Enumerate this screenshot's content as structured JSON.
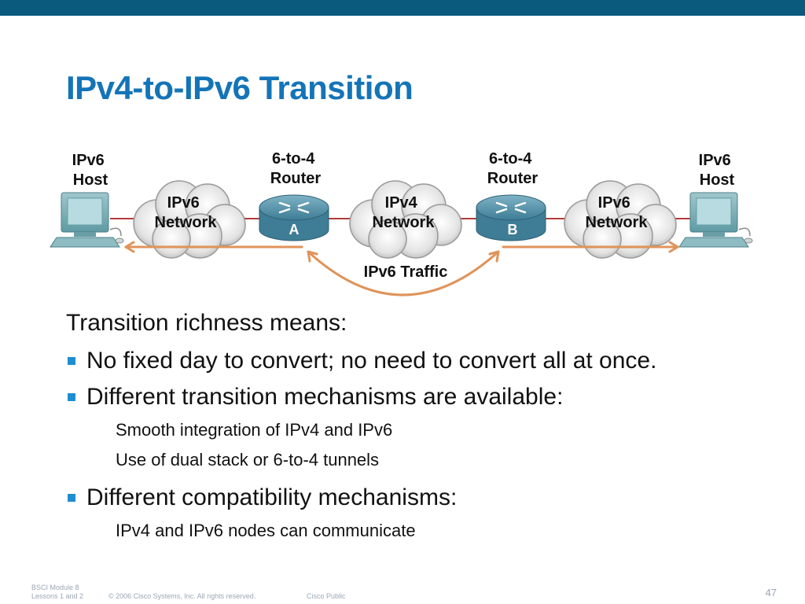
{
  "slide": {
    "title": "IPv4-to-IPv6 Transition",
    "page_number": "47"
  },
  "diagram": {
    "left_host": [
      "IPv6",
      "Host"
    ],
    "right_host": [
      "IPv6",
      "Host"
    ],
    "left_network": [
      "IPv6",
      "Network"
    ],
    "middle_network": [
      "IPv4",
      "Network"
    ],
    "right_network": [
      "IPv6",
      "Network"
    ],
    "router_a_label": [
      "6-to-4",
      "Router"
    ],
    "router_b_label": [
      "6-to-4",
      "Router"
    ],
    "router_a_letter": "A",
    "router_b_letter": "B",
    "traffic_label": "IPv6 Traffic",
    "colors": {
      "link": "#b23a3a",
      "arrow": "#e0935a",
      "router": "#4f8ea6",
      "cloud": "#e6e6e6"
    }
  },
  "content": {
    "intro": "Transition richness means:",
    "bullet1": "No fixed day to convert; no need to convert all at once.",
    "bullet2": "Different transition mechanisms are available:",
    "bullet2_subs": [
      "Smooth integration of IPv4 and IPv6",
      "Use of dual stack or 6-to-4 tunnels"
    ],
    "bullet3": "Different compatibility mechanisms:",
    "bullet3_subs": [
      "IPv4 and IPv6 nodes can communicate"
    ]
  },
  "footer": {
    "module": [
      "BSCI Module 8",
      "Lessons 1 and 2"
    ],
    "copyright": "© 2006 Cisco Systems, Inc. All rights reserved.",
    "classification": "Cisco Public"
  }
}
